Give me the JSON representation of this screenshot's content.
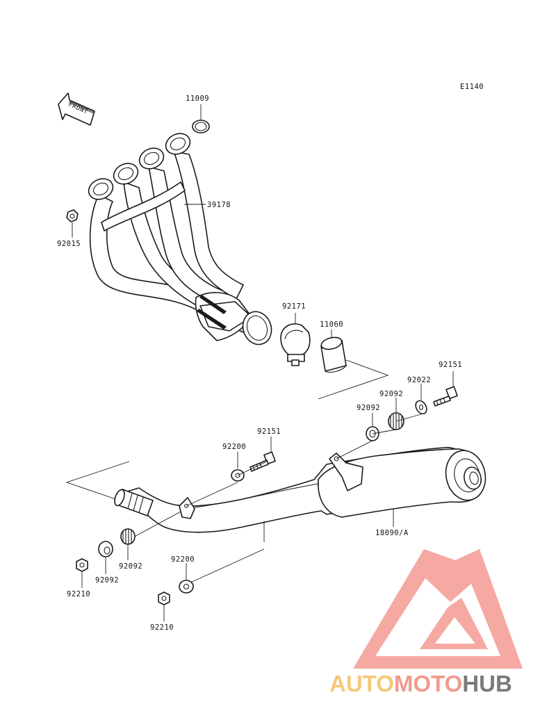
{
  "figure_code": "E1140",
  "front_label": "FRONT",
  "parts": {
    "p11009": "11009",
    "p39178": "39178",
    "p92015": "92015",
    "p92171": "92171",
    "p11060": "11060",
    "p92151a": "92151",
    "p92022": "92022",
    "p92092a": "92092",
    "p92092b": "92092",
    "p92151b": "92151",
    "p92200a": "92200",
    "p18090": "18090/A",
    "p92092c": "92092",
    "p92092d": "92092",
    "p92210a": "92210",
    "p92200b": "92200",
    "p92210b": "92210"
  },
  "watermark": {
    "part1": "AUTO",
    "part2": "MOTO",
    "part3": "HUB",
    "colors": {
      "auto": "#f5c97a",
      "moto": "#f29a8f",
      "hub": "#7b7b7b",
      "logo": "#f4a099"
    }
  }
}
